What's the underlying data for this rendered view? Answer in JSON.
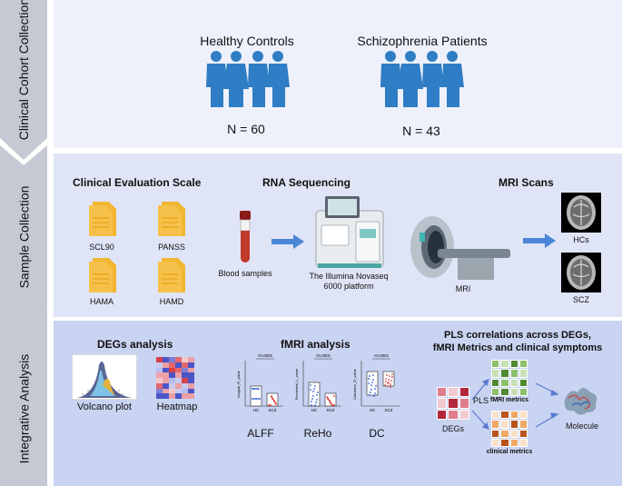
{
  "stages": [
    {
      "label": "Clinical Cohort Collection"
    },
    {
      "label": "Sample Collection"
    },
    {
      "label": "Integrative Analysis"
    }
  ],
  "cohort": {
    "healthy_title": "Healthy Controls",
    "healthy_n": "N = 60",
    "scz_title": "Schizophrenia Patients",
    "scz_n": "N = 43"
  },
  "sample": {
    "clinical_title": "Clinical Evaluation Scale",
    "scales": [
      "SCL90",
      "PANSS",
      "HAMA",
      "HAMD"
    ],
    "rna_title": "RNA Sequencing",
    "blood_label": "Blood samples",
    "platform_line1": "The Illumina Novaseq",
    "platform_line2": "6000 platform",
    "mri_title": "MRI Scans",
    "mri_label": "MRI",
    "hc_label": "HCs",
    "scz_label": "SCZ"
  },
  "analysis": {
    "degs_title": "DEGs analysis",
    "volcano_label": "Volcano plot",
    "heatmap_label": "Heatmap",
    "fmri_title": "fMRI  analysis",
    "metrics": [
      {
        "label": "ALFF",
        "pvalue": "<0.0001",
        "ylabel": "Lingual_R_value"
      },
      {
        "label": "ReHo",
        "pvalue": "<0.0001",
        "ylabel": "Precentral_L_value"
      },
      {
        "label": "DC",
        "pvalue": "<0.0001",
        "ylabel": "Calcarine_R_value"
      }
    ],
    "group_ticks": [
      "HC",
      "SCZ"
    ],
    "pls_title_line1": "PLS correlations across DEGs,",
    "pls_title_line2": "fMRI Metrics and clinical symptoms",
    "degs_label": "DEGs",
    "pls_label": "PLS",
    "fmri_metrics_label": "fMRI metrics",
    "clinical_metrics_label": "clinical metrics",
    "molecule_label": "Molecule"
  },
  "colors": {
    "person": "#2f7dc4",
    "doc": "#f2b632",
    "arrow": "#4a86d4",
    "hc_points": "#2b59d9",
    "scz_points": "#d93b3b",
    "green": "#5f9a3c",
    "orange": "#c9773b",
    "red": "#b2283b"
  }
}
